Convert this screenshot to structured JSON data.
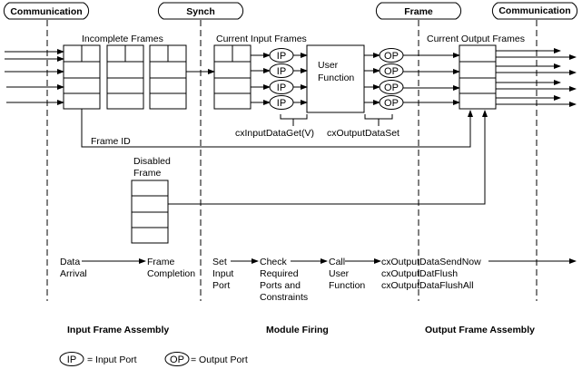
{
  "phases": {
    "communication_left": "Communication",
    "synch": "Synch",
    "frame": "Frame",
    "communication_right": "Communication"
  },
  "labels": {
    "incomplete_frames": "Incomplete Frames",
    "current_input_frames": "Current Input Frames",
    "current_output_frames": "Current Output Frames",
    "user_function_line1": "User",
    "user_function_line2": "Function",
    "input_get": "cxInputDataGet(V)",
    "output_set": "cxOutputDataSet",
    "frame_id": "Frame ID",
    "disabled_frame_line1": "Disabled",
    "disabled_frame_line2": "Frame"
  },
  "ports": {
    "input": "IP",
    "output": "OP"
  },
  "flow": {
    "data_arrival": [
      "Data",
      "Arrival"
    ],
    "frame_completion": [
      "Frame",
      "Completion"
    ],
    "set_input_port": [
      "Set",
      "Input",
      "Port"
    ],
    "check_required": [
      "Check",
      "Required",
      "Ports and",
      "Constraints"
    ],
    "call_user_function": [
      "Call",
      "User",
      "Function"
    ],
    "output_calls": [
      "cxOutputDataSendNow",
      "cxOutputDatFlush",
      "cxOutputDataFlushAll"
    ]
  },
  "sections": {
    "input_assembly": "Input Frame Assembly",
    "module_firing": "Module Firing",
    "output_assembly": "Output Frame Assembly"
  },
  "legend": {
    "ip_symbol": "IP",
    "ip_text": "= Input Port",
    "op_symbol": "OP",
    "op_text": "= Output Port"
  }
}
